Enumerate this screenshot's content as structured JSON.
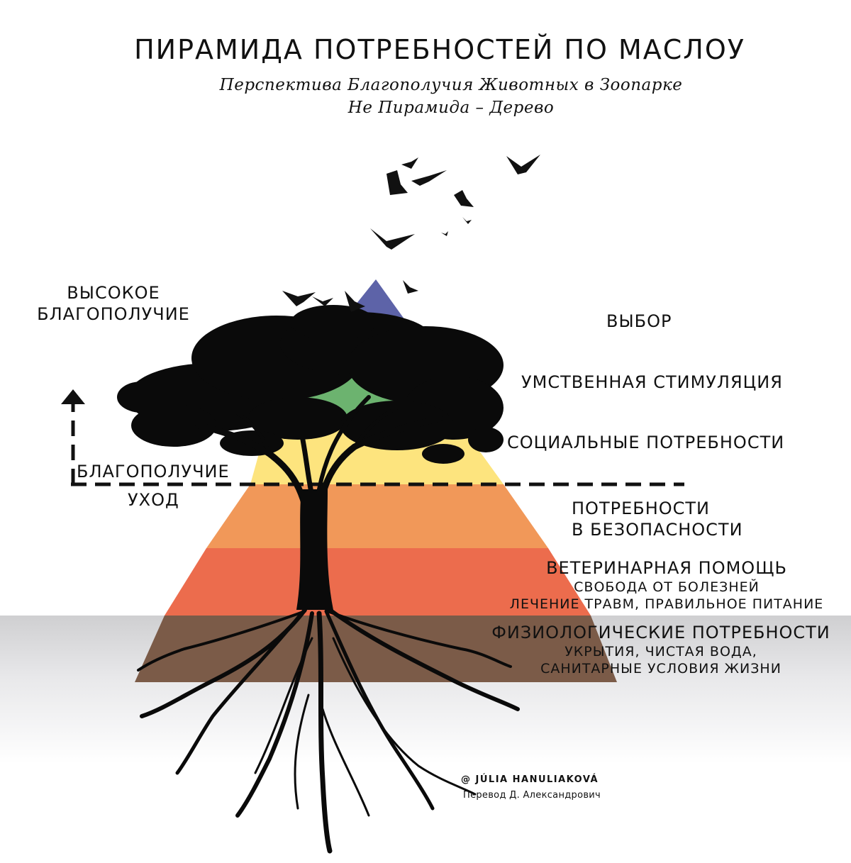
{
  "title": "ПИРАМИДА ПОТРЕБНОСТЕЙ ПО МАСЛОУ",
  "subtitle_line1": "Перспектива Благополучия Животных в Зоопарке",
  "subtitle_line2": "Не Пирамида – Дерево",
  "left_labels": {
    "high_welfare_line1": "ВЫСОКОЕ",
    "high_welfare_line2": "БЛАГОПОЛУЧИЕ",
    "welfare": "БЛАГОПОЛУЧИЕ",
    "care": "УХОД"
  },
  "levels": [
    {
      "title": "ВЫБОР",
      "color": "#5d63a8"
    },
    {
      "title": "УМСТВЕННАЯ СТИМУЛЯЦИЯ",
      "color": "#6cb36f"
    },
    {
      "title": "СОЦИАЛЬНЫЕ ПОТРЕБНОСТИ",
      "color": "#fde47e"
    },
    {
      "title_line1": "ПОТРЕБНОСТИ",
      "title_line2": "В БЕЗОПАСНОСТИ",
      "color": "#f19859"
    },
    {
      "title": "ВЕТЕРИНАРНАЯ ПОМОЩЬ",
      "sub1": "СВОБОДА ОТ БОЛЕЗНЕЙ",
      "sub2": "ЛЕЧЕНИЕ ТРАВМ, ПРАВИЛЬНОЕ ПИТАНИЕ",
      "color": "#ec6c4d"
    },
    {
      "title": "ФИЗИОЛОГИЧЕСКИЕ ПОТРЕБНОСТИ",
      "sub1": "УКРЫТИЯ, ЧИСТАЯ ВОДА,",
      "sub2": "САНИТАРНЫЕ УСЛОВИЯ ЖИЗНИ",
      "color": "#7b5b48"
    }
  ],
  "credit_author": "@ JÚLIA HANULIAKOVÁ",
  "credit_translation": "Перевод Д. Александрович",
  "colors": {
    "ground": "#d6d6d8",
    "tree": "#0a0a0a"
  }
}
